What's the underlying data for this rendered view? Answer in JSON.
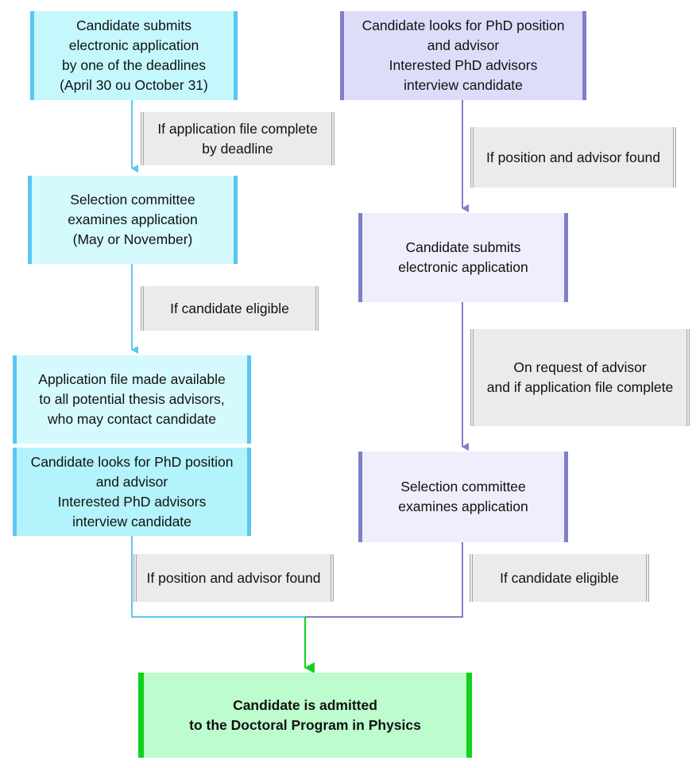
{
  "diagram": {
    "type": "flowchart",
    "colors": {
      "left_track": "#5bc6f2",
      "right_track": "#7f7fca",
      "final": "#11d21a",
      "condition_bg": "#ebebeb"
    },
    "left_track": {
      "steps": [
        {
          "id": "L1",
          "text": "Candidate submits\nelectronic application\nby one of the deadlines\n(April 30 ou October 31)"
        },
        {
          "id": "L2",
          "text": "Selection committee\nexamines application\n(May or November)"
        },
        {
          "id": "L3",
          "text": "Application file made available\nto all potential thesis advisors,\nwho may contact candidate"
        },
        {
          "id": "L4",
          "text": "Candidate looks for PhD position\nand advisor\nInterested PhD advisors\ninterview candidate"
        }
      ],
      "conditions": [
        {
          "from": "L1",
          "to": "L2",
          "text": "If application file complete\nby deadline"
        },
        {
          "from": "L2",
          "to": "L3",
          "text": "If candidate eligible"
        },
        {
          "from": "L4",
          "to": "F",
          "text": "If position and advisor found"
        }
      ]
    },
    "right_track": {
      "steps": [
        {
          "id": "R1",
          "text": "Candidate looks for PhD position\nand advisor\nInterested PhD advisors\ninterview candidate"
        },
        {
          "id": "R2",
          "text": "Candidate submits\nelectronic application"
        },
        {
          "id": "R3",
          "text": "Selection committee\nexamines application"
        }
      ],
      "conditions": [
        {
          "from": "R1",
          "to": "R2",
          "text": "If position and advisor found"
        },
        {
          "from": "R2",
          "to": "R3",
          "text": "On request of advisor\nand if application file complete"
        },
        {
          "from": "R3",
          "to": "F",
          "text": "If candidate eligible"
        }
      ]
    },
    "final": {
      "id": "F",
      "text": "Candidate is admitted\nto the Doctoral Program in Physics"
    }
  }
}
